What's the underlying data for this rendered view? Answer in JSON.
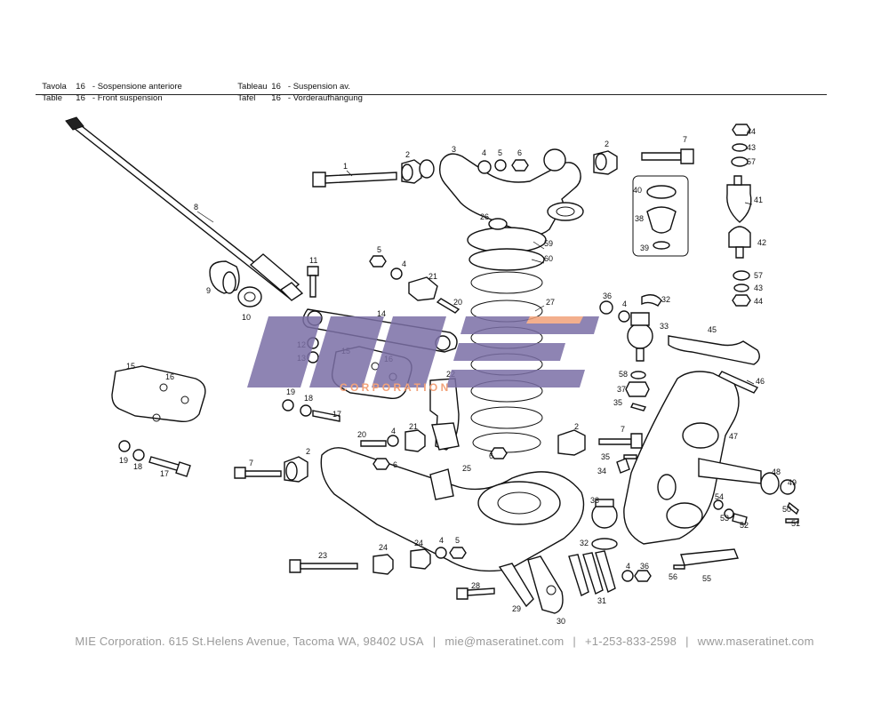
{
  "header": {
    "it_label": "Tavola",
    "it_num": "16",
    "it_title": "- Sospensione anteriore",
    "en_label": "Table",
    "en_num": "16",
    "en_title": "- Front suspension",
    "fr_label": "Tableau",
    "fr_num": "16",
    "fr_title": "- Suspension av.",
    "de_label": "Tafel",
    "de_num": "16",
    "de_title": "- Vorderaufhängung"
  },
  "watermark": {
    "brand": "MIE",
    "subtitle": "C O R P O R A T I O N",
    "color": "#7b6fa6",
    "accent": "#f2a27a"
  },
  "callouts": {
    "c1": "1",
    "c2a": "2",
    "c3": "3",
    "c4a": "4",
    "c5a": "5",
    "c6a": "6",
    "c2b": "2",
    "c7a": "7",
    "c44a": "44",
    "c43a": "43",
    "c57a": "57",
    "c41": "41",
    "c42": "42",
    "c57b": "57",
    "c43b": "43",
    "c44b": "44",
    "c8": "8",
    "c9": "9",
    "c10": "10",
    "c11": "11",
    "c5b": "5",
    "c4b": "4",
    "c21a": "21",
    "c20a": "20",
    "c26": "26",
    "c59": "59",
    "c60": "60",
    "c27": "27",
    "c40": "40",
    "c38": "38",
    "c39": "39",
    "c36a": "36",
    "c4c": "4",
    "c32a": "32",
    "c33a": "33",
    "c45": "45",
    "c46": "46",
    "c14": "14",
    "c12": "12",
    "c13": "13",
    "c15a": "15",
    "c16a": "16",
    "c22": "22",
    "c15b": "15",
    "c16b": "16",
    "c19a": "19",
    "c18a": "18",
    "c17a": "17",
    "c19b": "19",
    "c18b": "18",
    "c17b": "17",
    "c58": "58",
    "c37": "37",
    "c35a": "35",
    "c47": "47",
    "c20b": "20",
    "c4d": "4",
    "c21b": "21",
    "c6b": "6",
    "c6c": "6",
    "c2c": "2",
    "c7b": "7",
    "c2d": "2",
    "c7c": "7",
    "c25": "25",
    "c35b": "35",
    "c34": "34",
    "c48": "48",
    "c49": "49",
    "c50": "50",
    "c51": "51",
    "c54": "54",
    "c53": "53",
    "c52": "52",
    "c33b": "33",
    "c32b": "32",
    "c23": "23",
    "c24a": "24",
    "c24b": "24",
    "c4e": "4",
    "c5c": "5",
    "c28": "28",
    "c29": "29",
    "c30": "30",
    "c31": "31",
    "c4f": "4",
    "c36b": "36",
    "c56": "56",
    "c55": "55"
  },
  "footer": {
    "address": "MIE Corporation. 615 St.Helens Avenue, Tacoma WA, 98402 USA",
    "email": "mie@maseratinet.com",
    "phone": "+1-253-833-2598",
    "web": "www.maseratinet.com",
    "separator": "|"
  }
}
